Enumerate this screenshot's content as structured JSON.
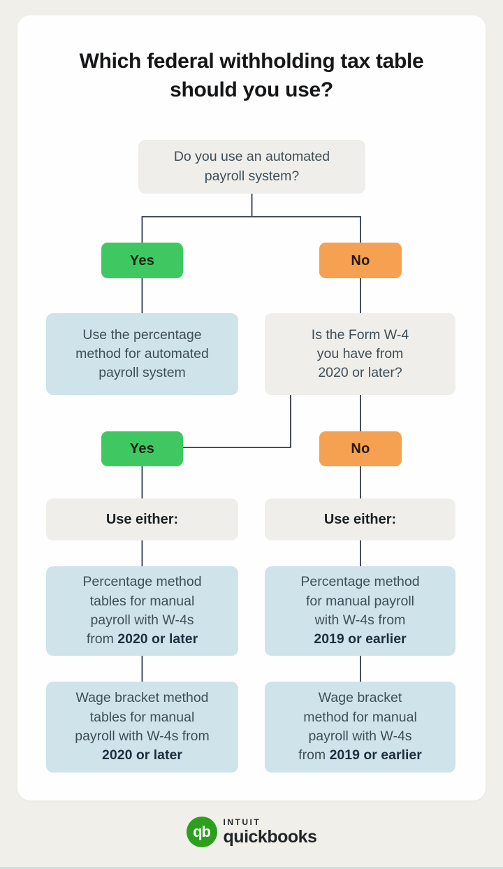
{
  "title": "Which federal withholding tax table should you use?",
  "flowchart": {
    "question1": "Do you use an automated payroll system?",
    "branch1": {
      "yes": "Yes",
      "no": "No"
    },
    "automated_result": "Use the percentage method for automated payroll system",
    "question2": "Is the Form W-4 you have from 2020 or later?",
    "branch2": {
      "yes": "Yes",
      "no": "No"
    },
    "later_column": {
      "header": "Use either:",
      "option1": {
        "text": "Percentage method tables for manual payroll with W-4s from ",
        "bold": "2020 or later"
      },
      "option2": {
        "text": "Wage bracket method tables for manual payroll with W-4s from ",
        "bold": "2020 or later"
      }
    },
    "earlier_column": {
      "header": "Use either:",
      "option1": {
        "text": "Percentage method for manual payroll with W-4s from ",
        "bold": "2019 or earlier"
      },
      "option2": {
        "text": "Wage bracket method for manual payroll with W-4s from ",
        "bold": "2019 or earlier"
      }
    }
  },
  "footer": {
    "logo_monogram": "qb",
    "brand_line1": "INTUIT",
    "brand_line2": "quickbooks"
  },
  "colors": {
    "yes_green": "#3fc862",
    "no_orange": "#f6a151",
    "info_blue": "#cfe4ea",
    "neutral_gray": "#efeeea",
    "connector": "#454f5c",
    "quickbooks_green": "#2ca01c"
  }
}
